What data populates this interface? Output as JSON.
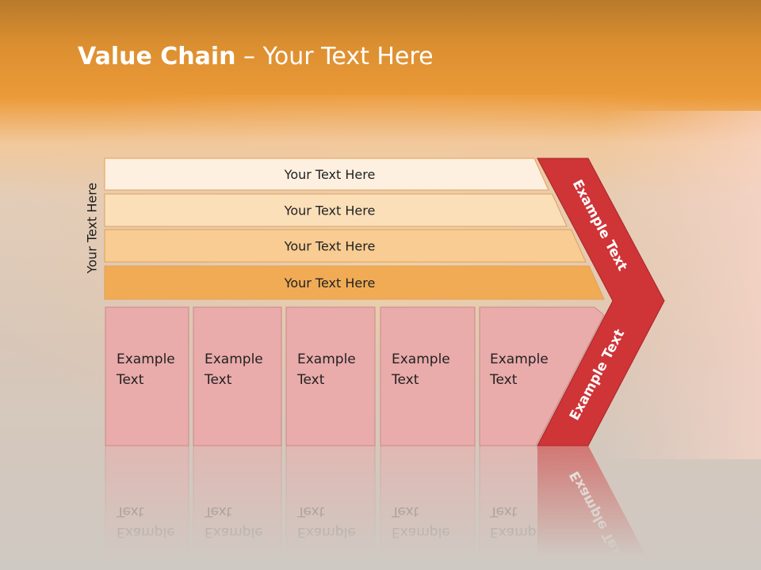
{
  "slide": {
    "title_bold": "Value Chain",
    "title_rest": " – Your Text Here",
    "side_label": "Your Text Here"
  },
  "support_bars": [
    {
      "label": "Your Text Here",
      "color": "#fdf0e0"
    },
    {
      "label": "Your Text Here",
      "color": "#fbdfb9"
    },
    {
      "label": "Your Text Here",
      "color": "#f8cc93"
    },
    {
      "label": "Your Text Here",
      "color": "#f1ab55"
    }
  ],
  "primary_boxes": [
    {
      "line1": "Example",
      "line2": "Text"
    },
    {
      "line1": "Example",
      "line2": "Text"
    },
    {
      "line1": "Example",
      "line2": "Text"
    },
    {
      "line1": "Example",
      "line2": "Text"
    },
    {
      "line1": "Example",
      "line2": "Text"
    }
  ],
  "margin_chevron": {
    "upper_label": "Example Text",
    "lower_label": "Example Text",
    "color": "#cf3437"
  },
  "colors": {
    "box_fill": "#eaabab",
    "title_band": "#e8932e"
  }
}
